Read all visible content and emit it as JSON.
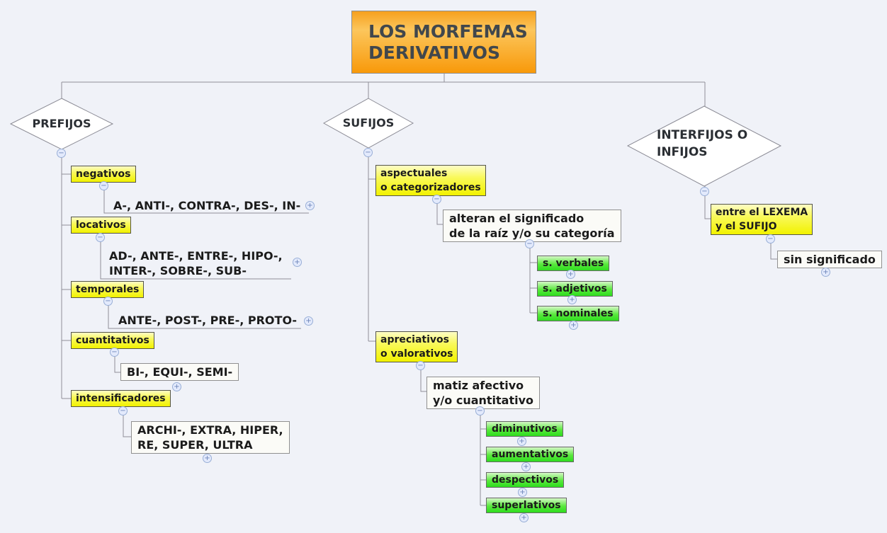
{
  "title": "LOS MORFEMAS\nDERIVATIVOS",
  "branches": {
    "prefijos": {
      "label": "PREFIJOS",
      "children": [
        {
          "label": "negativos",
          "sub": "A-, ANTI-, CONTRA-, DES-, IN-"
        },
        {
          "label": "locativos",
          "sub": "AD-, ANTE-, ENTRE-, HIPO-,\nINTER-, SOBRE-, SUB-"
        },
        {
          "label": "temporales",
          "sub": "ANTE-, POST-, PRE-, PROTO-"
        },
        {
          "label": "cuantitativos",
          "sub": "BI-, EQUI-, SEMI-"
        },
        {
          "label": "intensificadores",
          "sub": "ARCHI-, EXTRA, HIPER,\nRE, SUPER, ULTRA"
        }
      ]
    },
    "sufijos": {
      "label": "SUFIJOS",
      "children": [
        {
          "label": "aspectuales\no categorizadores",
          "desc": "alteran el significado\nde la raíz y/o su categoría",
          "types": [
            "s. verbales",
            "s. adjetivos",
            "s. nominales"
          ]
        },
        {
          "label": "apreciativos\no valorativos",
          "desc": "matiz afectivo\ny/o cuantitativo",
          "types": [
            "diminutivos",
            "aumentativos",
            "despectivos",
            "superlativos"
          ]
        }
      ]
    },
    "interfijos": {
      "label": "INTERFIJOS O\nINFIJOS",
      "children": [
        {
          "label": "entre el LEXEMA\ny el SUFIJO",
          "desc": "sin significado"
        }
      ]
    }
  },
  "icons": {
    "collapse": "−",
    "expand": "+"
  },
  "colors": {
    "background": "#f0f2f8",
    "root_orange": "#f89c10",
    "node_yellow": "#f2f200",
    "node_green": "#33dd22",
    "wire_gray": "#8f8f98"
  }
}
